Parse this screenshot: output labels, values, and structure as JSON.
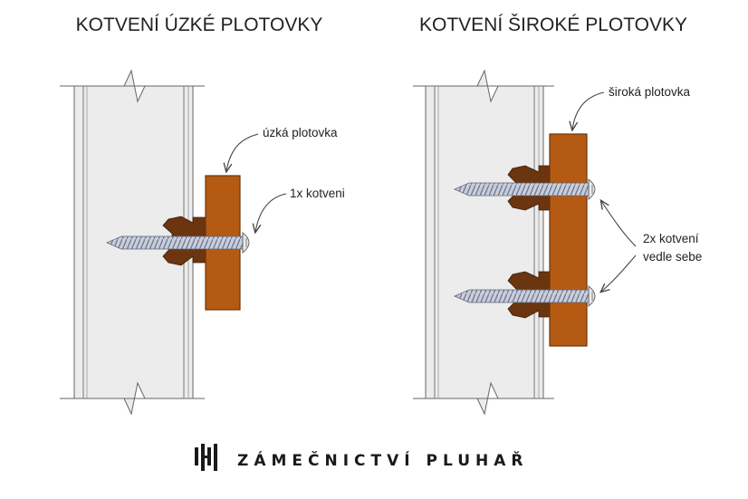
{
  "left_panel": {
    "title": "KOTVENÍ ÚZKÉ PLOTOVKY",
    "picket_label": "úzká plotovka",
    "anchor_label": "1x kotveni"
  },
  "right_panel": {
    "title": "KOTVENÍ ŠIROKÉ PLOTOVKY",
    "picket_label": "široká plotovka",
    "anchor_label_line1": "2x kotvení",
    "anchor_label_line2": "vedle sebe"
  },
  "brand": {
    "name": "ZÁMEČNICTVÍ PLUHAŘ",
    "logo_icon": "pluhar-logo-icon"
  },
  "colors": {
    "wall": "#ececec",
    "wood": "#b55a12",
    "wood_dark": "#7a3a0a",
    "dowel": "#6b3510",
    "screw": "#9aa3b5",
    "line": "#555555"
  }
}
